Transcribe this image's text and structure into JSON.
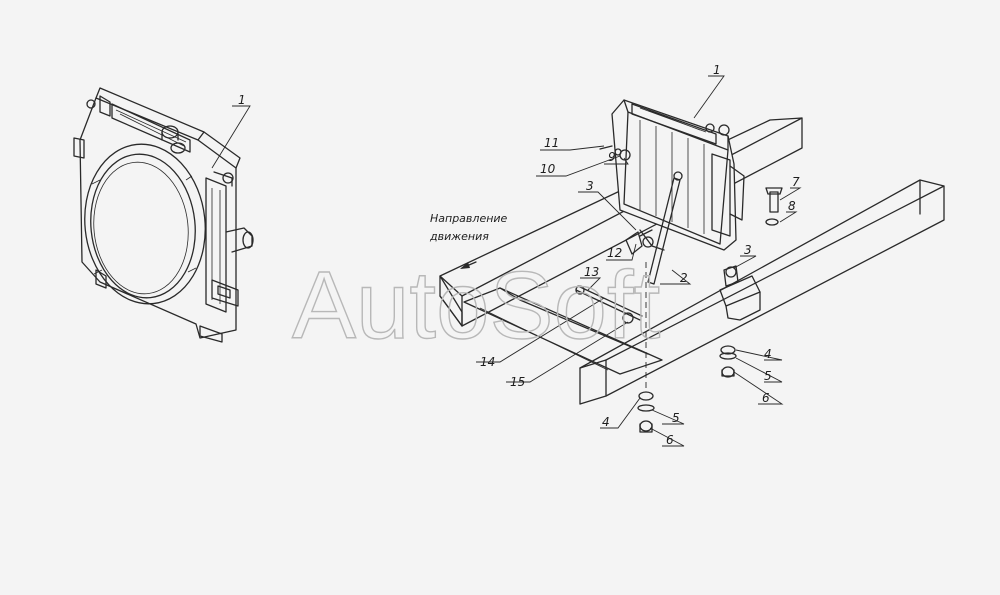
{
  "watermark": "AutoSoft",
  "direction_note": {
    "line1": "Направление",
    "line2": "движения"
  },
  "callouts": [
    {
      "key": "left-1",
      "text": "1"
    },
    {
      "key": "top-1",
      "text": "1"
    },
    {
      "key": "11",
      "text": "11"
    },
    {
      "key": "10",
      "text": "10"
    },
    {
      "key": "9",
      "text": "9"
    },
    {
      "key": "3a",
      "text": "3"
    },
    {
      "key": "12",
      "text": "12"
    },
    {
      "key": "13",
      "text": "13"
    },
    {
      "key": "2",
      "text": "2"
    },
    {
      "key": "14",
      "text": "14"
    },
    {
      "key": "15",
      "text": "15"
    },
    {
      "key": "7",
      "text": "7"
    },
    {
      "key": "8",
      "text": "8"
    },
    {
      "key": "3b",
      "text": "3"
    },
    {
      "key": "4a",
      "text": "4"
    },
    {
      "key": "5a",
      "text": "5"
    },
    {
      "key": "6a",
      "text": "6"
    },
    {
      "key": "4b",
      "text": "4"
    },
    {
      "key": "5b",
      "text": "5"
    },
    {
      "key": "6b",
      "text": "6"
    }
  ]
}
